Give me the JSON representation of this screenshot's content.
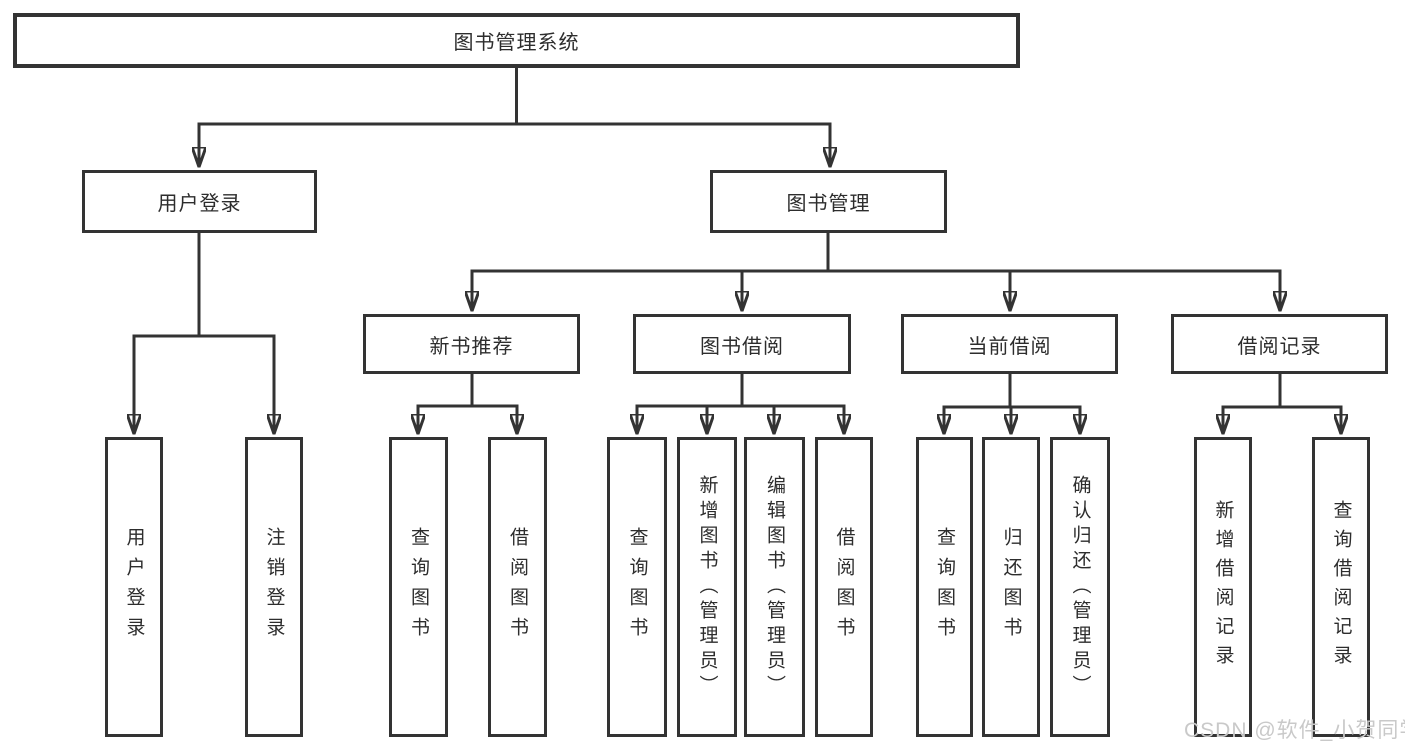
{
  "tree": {
    "root": "图书管理系统",
    "level2": [
      {
        "label": "用户登录",
        "children": [
          "用户登录",
          "注销登录"
        ]
      },
      {
        "label": "图书管理"
      }
    ],
    "level3": [
      {
        "label": "新书推荐",
        "children": [
          "查询图书",
          "借阅图书"
        ]
      },
      {
        "label": "图书借阅",
        "children": [
          "查询图书",
          "新增图书（管理员）",
          "编辑图书（管理员）",
          "借阅图书"
        ]
      },
      {
        "label": "当前借阅",
        "children": [
          "查询图书",
          "归还图书",
          "确认归还（管理员）"
        ]
      },
      {
        "label": "借阅记录",
        "children": [
          "新增借阅记录",
          "查询借阅记录"
        ]
      }
    ]
  },
  "watermark": "CSDN @软件_小贺同学",
  "colors": {
    "line": "#333333",
    "box_border": "#333333",
    "text": "#2d2d2d",
    "watermark": "#c9c9c9",
    "background": "#ffffff"
  }
}
